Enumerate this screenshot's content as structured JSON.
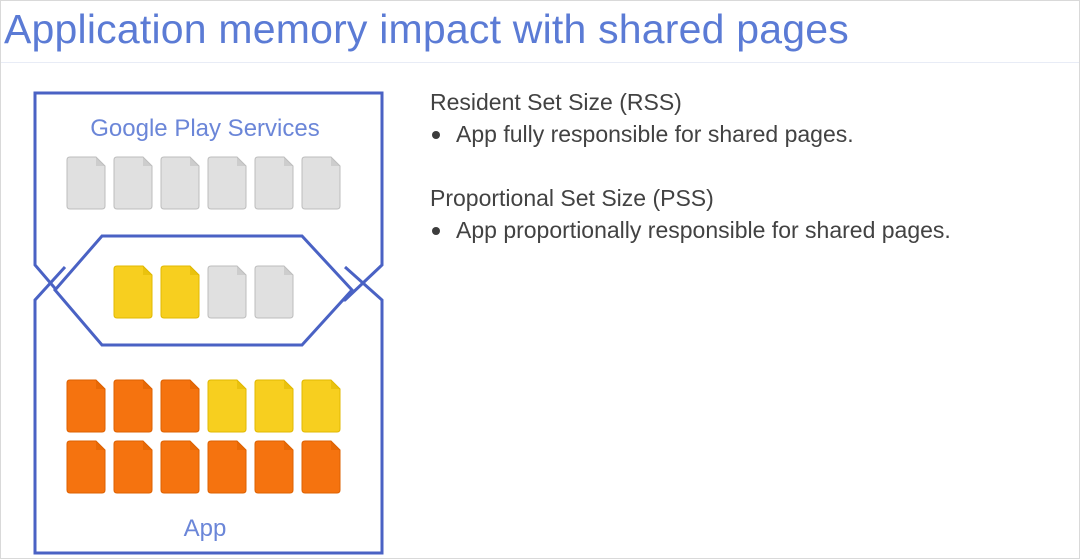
{
  "slide": {
    "title": "Application memory impact with shared pages"
  },
  "diagram": {
    "top_label": "Google Play Services",
    "bottom_label": "App",
    "colors": {
      "outline": "#4a62c4",
      "label": "#6b86d8",
      "page_gray": "#e0e0e0",
      "page_gray_stroke": "#bdbdbd",
      "page_yellow": "#f7cf1f",
      "page_yellow_stroke": "#e0b800",
      "page_orange": "#f5730f",
      "page_orange_stroke": "#dd6100"
    },
    "pages": {
      "gps_row": [
        "gray",
        "gray",
        "gray",
        "gray",
        "gray",
        "gray"
      ],
      "shared_row": [
        "yellow",
        "yellow",
        "gray",
        "gray"
      ],
      "app_row_1": [
        "orange",
        "orange",
        "orange",
        "yellow",
        "yellow",
        "yellow"
      ],
      "app_row_2": [
        "orange",
        "orange",
        "orange",
        "orange",
        "orange",
        "orange"
      ]
    }
  },
  "definitions": {
    "rss": {
      "heading": "Resident Set Size (RSS)",
      "bullet": "App fully responsible for shared pages."
    },
    "pss": {
      "heading": "Proportional Set Size (PSS)",
      "bullet": "App proportionally responsible for shared pages."
    }
  }
}
